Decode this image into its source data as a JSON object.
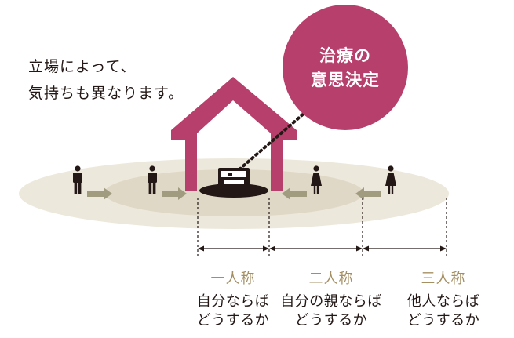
{
  "intro": {
    "line1": "立場によって、",
    "line2": "気持ちも異なります。"
  },
  "bubble": {
    "line1": "治療の",
    "line2": "意思決定"
  },
  "perspectives": [
    {
      "person": "一人称",
      "desc1": "自分ならば",
      "desc2": "どうするか"
    },
    {
      "person": "二人称",
      "desc1": "自分の親ならば",
      "desc2": "どうするか"
    },
    {
      "person": "三人称",
      "desc1": "他人ならば",
      "desc2": "どうするか"
    }
  ],
  "colors": {
    "house": "#b73f6b",
    "bubble": "#b73f6b",
    "ellipse_outer": "#ede8dc",
    "ellipse_inner": "#e0d8c6",
    "arrow": "#a19c80",
    "label_accent": "#a58f62",
    "person": "#231815"
  },
  "icons": {
    "person": "person-icon",
    "bed": "hospital-bed-icon",
    "house": "house-outline-icon"
  }
}
